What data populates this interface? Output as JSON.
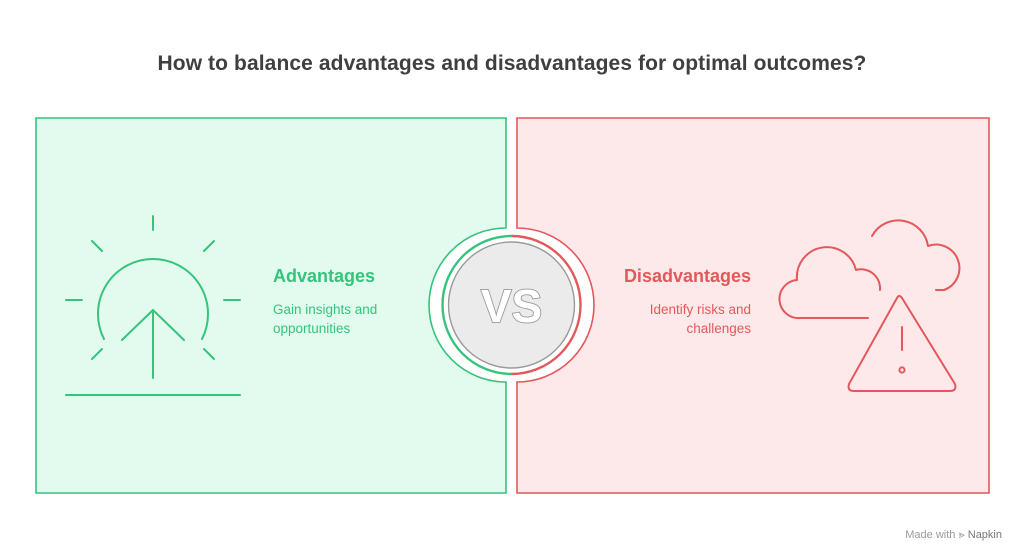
{
  "title": "How to balance advantages and disadvantages for optimal outcomes?",
  "advantages": {
    "heading": "Advantages",
    "description": "Gain insights and opportunities",
    "icon": "sunrise-arrow-icon",
    "accent": "#34c47c",
    "fill": "#e3fbef"
  },
  "disadvantages": {
    "heading": "Disadvantages",
    "description": "Identify risks and challenges",
    "icon": "cloud-warning-icon",
    "accent": "#e4585c",
    "fill": "#fde9ea"
  },
  "vs": {
    "label": "VS",
    "fill": "#ebebeb"
  },
  "footer": {
    "made_with": "Made with",
    "brand": "Napkin"
  }
}
